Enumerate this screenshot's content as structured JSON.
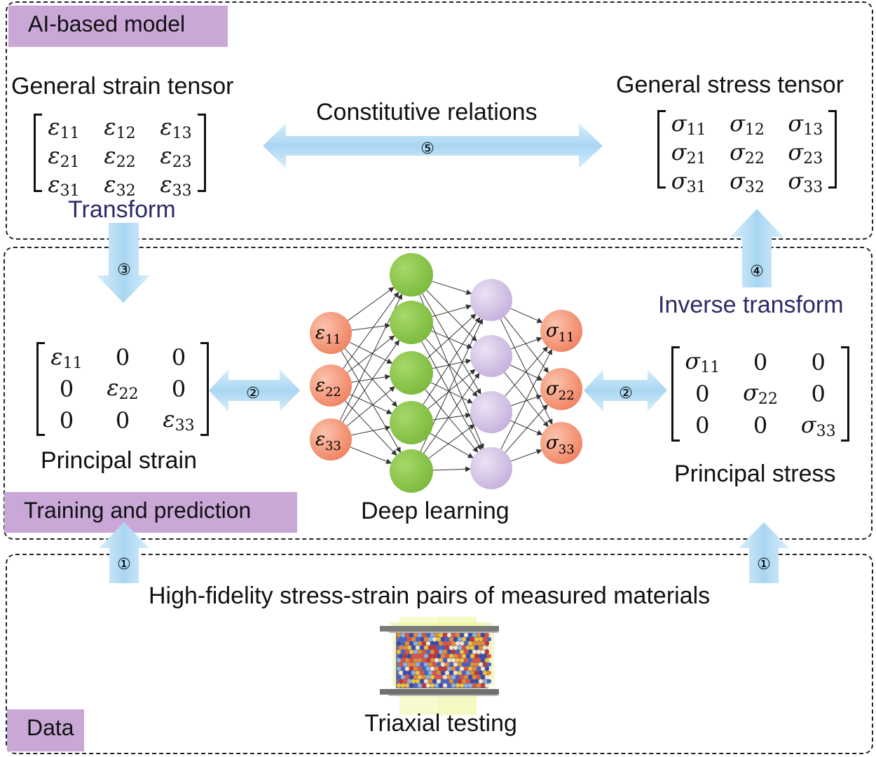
{
  "panels": {
    "ai_model": "AI-based model",
    "training": "Training and prediction",
    "data": "Data"
  },
  "labels": {
    "general_strain": "General strain tensor",
    "general_stress": "General stress tensor",
    "constitutive": "Constitutive relations",
    "transform": "Transform",
    "inverse_transform": "Inverse transform",
    "principal_strain": "Principal strain",
    "principal_stress": "Principal stress",
    "deep_learning": "Deep learning",
    "pairs": "High-fidelity stress-strain pairs of measured materials",
    "triaxial": "Triaxial testing"
  },
  "steps": {
    "s1": "①",
    "s2": "②",
    "s3": "③",
    "s4": "④",
    "s5": "⑤"
  },
  "matrices": {
    "general_strain": [
      [
        "ε",
        "11"
      ],
      [
        "ε",
        "12"
      ],
      [
        "ε",
        "13"
      ],
      [
        "ε",
        "21"
      ],
      [
        "ε",
        "22"
      ],
      [
        "ε",
        "23"
      ],
      [
        "ε",
        "31"
      ],
      [
        "ε",
        "32"
      ],
      [
        "ε",
        "33"
      ]
    ],
    "general_stress": [
      [
        "σ",
        "11"
      ],
      [
        "σ",
        "12"
      ],
      [
        "σ",
        "13"
      ],
      [
        "σ",
        "21"
      ],
      [
        "σ",
        "22"
      ],
      [
        "σ",
        "23"
      ],
      [
        "σ",
        "31"
      ],
      [
        "σ",
        "32"
      ],
      [
        "σ",
        "33"
      ]
    ],
    "principal_strain": [
      [
        "ε",
        "11"
      ],
      [
        "0",
        ""
      ],
      [
        "0",
        ""
      ],
      [
        "0",
        ""
      ],
      [
        "ε",
        "22"
      ],
      [
        "0",
        ""
      ],
      [
        "0",
        ""
      ],
      [
        "0",
        ""
      ],
      [
        "ε",
        "33"
      ]
    ],
    "principal_stress": [
      [
        "σ",
        "11"
      ],
      [
        "0",
        ""
      ],
      [
        "0",
        ""
      ],
      [
        "0",
        ""
      ],
      [
        "σ",
        "22"
      ],
      [
        "0",
        ""
      ],
      [
        "0",
        ""
      ],
      [
        "0",
        ""
      ],
      [
        "σ",
        "33"
      ]
    ]
  },
  "network": {
    "inputs": [
      [
        "ε",
        "11"
      ],
      [
        "ε",
        "22"
      ],
      [
        "ε",
        "33"
      ]
    ],
    "outputs": [
      [
        "σ",
        "11"
      ],
      [
        "σ",
        "22"
      ],
      [
        "σ",
        "33"
      ]
    ],
    "hidden1_count": 5,
    "hidden2_count": 4
  },
  "colors": {
    "arrow": "#a9d6f2",
    "input_node": "#f08a6a",
    "hidden1_node": "#8cc84b",
    "hidden2_node": "#d3c0e3",
    "output_node": "#f08a6a",
    "tag_bg": "#c9a8d8",
    "navy_text": "#2b2a67"
  }
}
